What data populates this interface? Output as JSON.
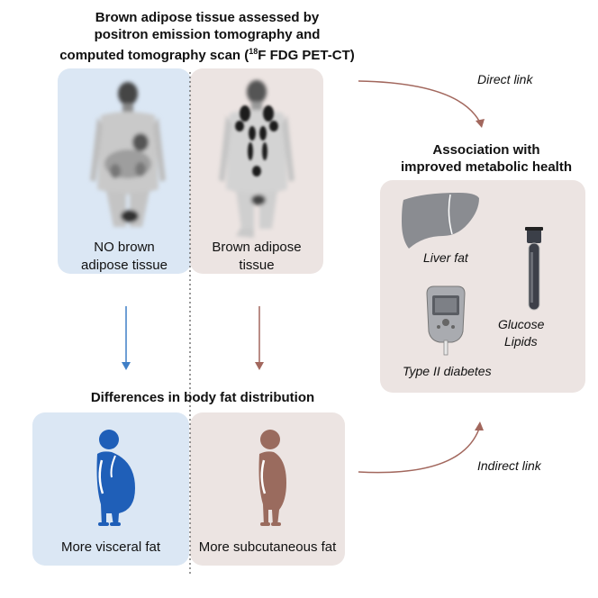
{
  "top_title": {
    "line1": "Brown adipose tissue assessed by",
    "line2": "positron emission tomography and",
    "line3_prefix": "computed tomography scan (",
    "line3_sup": "18",
    "line3_suffix": "F FDG PET-CT)"
  },
  "scan_left_label": {
    "line1": "NO brown",
    "line2": "adipose tissue"
  },
  "scan_right_label": {
    "line1": "Brown adipose",
    "line2": "tissue"
  },
  "direct_link": "Direct link",
  "indirect_link": "Indirect link",
  "assoc_title": {
    "line1": "Association with",
    "line2": "improved metabolic health"
  },
  "health": {
    "liver": "Liver fat",
    "glucose": "Glucose",
    "lipids": "Lipids",
    "diabetes": "Type II diabetes"
  },
  "fat_title": "Differences in body fat distribution",
  "fat_left_label": "More visceral fat",
  "fat_right_label": "More subcutaneous fat",
  "colors": {
    "blue_panel": "#dbe7f4",
    "pink_panel": "#ece4e2",
    "blue_arrow": "#3f7fc7",
    "brown_arrow": "#a2675d",
    "blue_figure": "#1f5fb8",
    "brown_figure": "#9a6b5e"
  }
}
